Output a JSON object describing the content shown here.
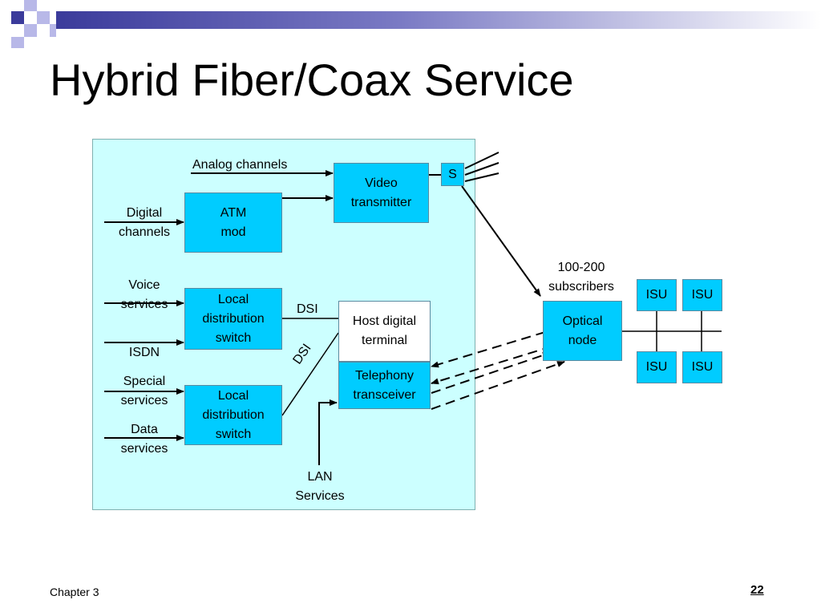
{
  "slide": {
    "title": "Hybrid Fiber/Coax Service",
    "footer_left": "Chapter 3",
    "page_number": "22"
  },
  "colors": {
    "panel_bg": "#ccffff",
    "box_fill": "#00ccff",
    "title_bar_start": "#3b3b9b",
    "accent_square": "#b8b8e8"
  },
  "inputs": {
    "analog": "Analog channels",
    "digital": "Digital\nchannels",
    "voice": "Voice\nservices",
    "isdn": "ISDN",
    "special": "Special\nservices",
    "data": "Data\nservices",
    "lan": "LAN\nServices"
  },
  "boxes": {
    "atm": "ATM\nmod",
    "video": "Video\ntransmitter",
    "splitter": "S",
    "lds1": "Local\ndistribution\nswitch",
    "lds2": "Local\ndistribution\nswitch",
    "hdt": "Host digital\nterminal",
    "telephony": "Telephony\ntransceiver",
    "optical": "Optical\nnode",
    "isu": [
      "ISU",
      "ISU",
      "ISU",
      "ISU"
    ]
  },
  "labels": {
    "dsi_top": "DSI",
    "dsi_diag": "DSI",
    "subscribers": "100-200\nsubscribers"
  }
}
